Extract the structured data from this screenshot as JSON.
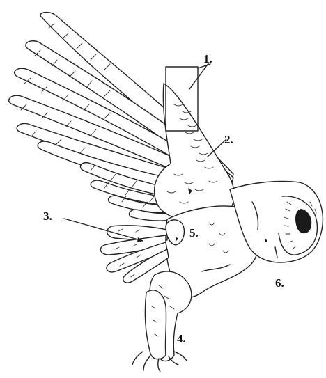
{
  "labels": [
    {
      "id": "1",
      "text": "1."
    },
    {
      "id": "2",
      "text": "2."
    },
    {
      "id": "3",
      "text": "3."
    },
    {
      "id": "4",
      "text": "4."
    },
    {
      "id": "5",
      "text": "5."
    },
    {
      "id": "6",
      "text": "6."
    }
  ]
}
